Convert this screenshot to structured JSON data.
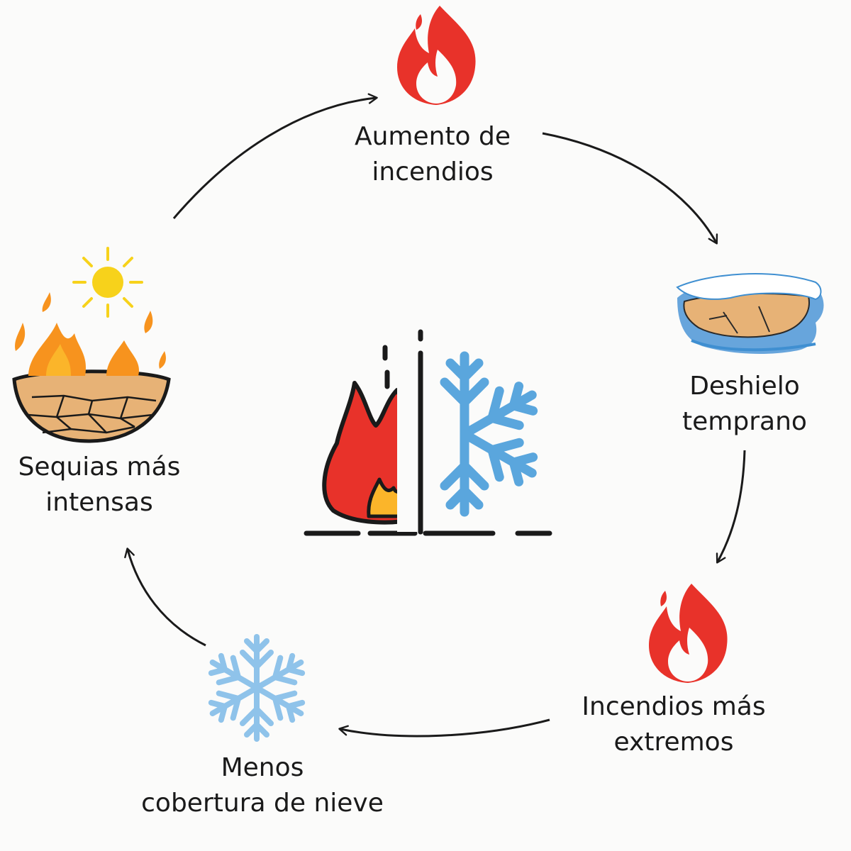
{
  "nodes": {
    "aumento": {
      "line1": "Aumento de",
      "line2": "incendios",
      "icon": "fire-icon"
    },
    "deshielo": {
      "line1": "Deshielo",
      "line2": "temprano",
      "icon": "melting-ice-icon"
    },
    "incendios": {
      "line1": "Incendios más",
      "line2": "extremos",
      "icon": "fire-icon"
    },
    "menos": {
      "line1": "Menos",
      "line2": "cobertura de nieve",
      "icon": "snowflake-icon"
    },
    "sequias": {
      "line1": "Sequias más",
      "line2": "intensas",
      "icon": "drought-icon"
    }
  },
  "center": {
    "icon": "fire-and-snowflake-icon"
  },
  "colors": {
    "flame_red": "#e8322a",
    "flame_orange": "#f7931e",
    "flame_yellow": "#fbb52a",
    "snow_blue": "#5aa6dd",
    "light_snow_blue": "#8fc3ea",
    "ice_blue": "#3f8fd1",
    "earth": "#e7b276",
    "earth_dark": "#b8794a",
    "sun": "#f7d21b",
    "arrow": "#1a1a1a"
  }
}
